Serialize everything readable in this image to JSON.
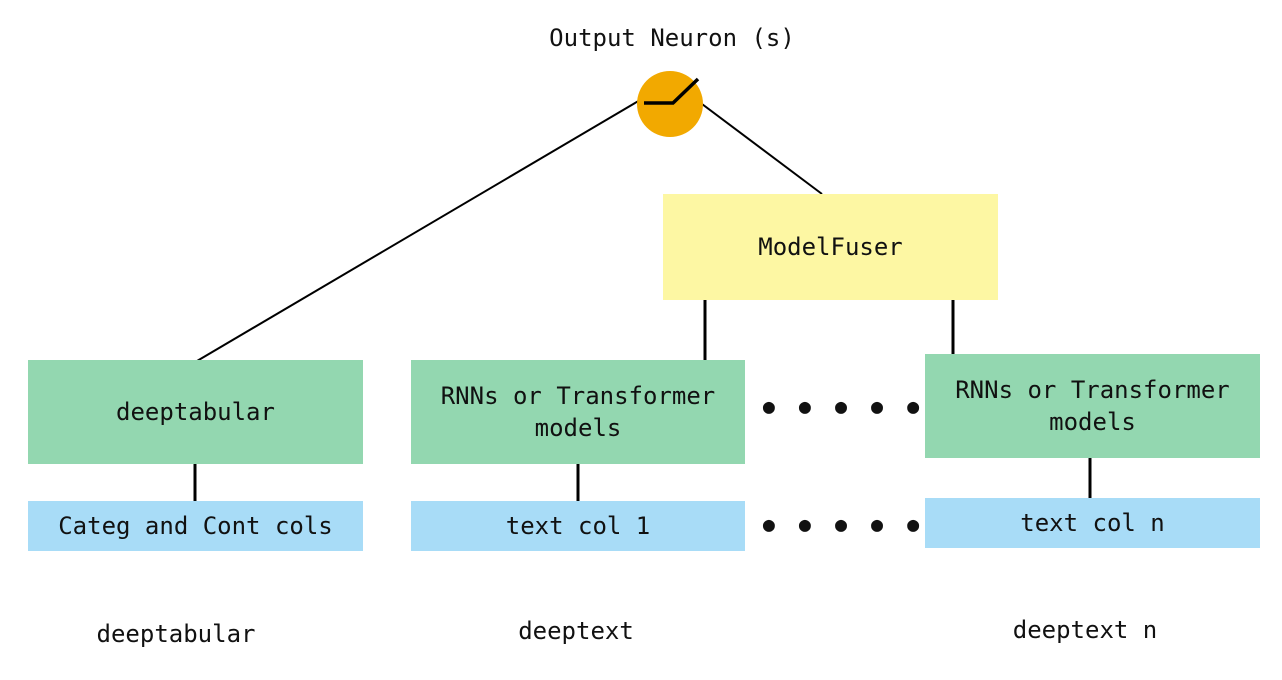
{
  "diagram": {
    "title": "Output Neuron (s)",
    "fuser_label": "ModelFuser",
    "columns": [
      {
        "model": "deeptabular",
        "input": "Categ and Cont cols",
        "caption": "deeptabular"
      },
      {
        "model": "RNNs or Transformer models",
        "input": "text col 1",
        "caption": "deeptext"
      },
      {
        "model": "RNNs or Transformer models",
        "input": "text col n",
        "caption": "deeptext n"
      }
    ],
    "ellipsis": "● ● ● ● ●",
    "colors": {
      "neuron_fill": "#F2A900",
      "fuser_fill": "#FDF7A3",
      "model_fill": "#93D7B0",
      "input_fill": "#A8DCF7",
      "line": "#000000",
      "text": "#111111"
    }
  }
}
